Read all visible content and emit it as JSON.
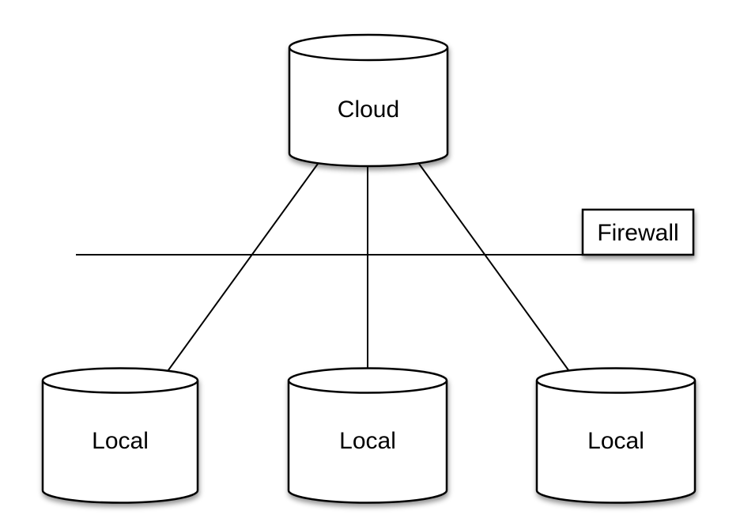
{
  "colors": {
    "background": "#ffffff",
    "shape_fill": "#ffffff",
    "shape_stroke": "#000000",
    "text": "#000000"
  },
  "nodes": {
    "cloud": {
      "label": "Cloud",
      "shape": "cylinder"
    },
    "locals": [
      {
        "label": "Local",
        "shape": "cylinder"
      },
      {
        "label": "Local",
        "shape": "cylinder"
      },
      {
        "label": "Local",
        "shape": "cylinder"
      }
    ],
    "firewall": {
      "label": "Firewall",
      "shape": "rectangle"
    }
  },
  "edges": [
    {
      "from": "cloud",
      "to": "local-1",
      "style": "solid-line"
    },
    {
      "from": "cloud",
      "to": "local-2",
      "style": "solid-line"
    },
    {
      "from": "cloud",
      "to": "local-3",
      "style": "solid-line"
    },
    {
      "from": "network-boundary-left",
      "to": "firewall",
      "style": "solid-horizontal-line"
    }
  ]
}
